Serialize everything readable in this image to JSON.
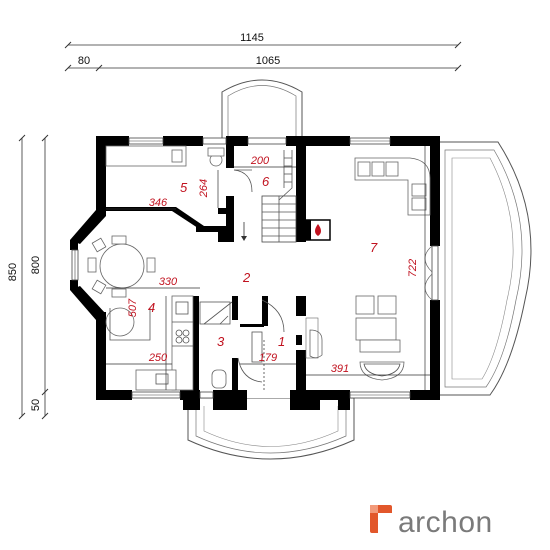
{
  "dimensions": {
    "overall_width": "1145",
    "left_offset": "80",
    "main_width": "1065",
    "overall_depth": "850",
    "main_depth": "800",
    "bottom_offset": "50"
  },
  "rooms": [
    {
      "number": "1"
    },
    {
      "number": "2"
    },
    {
      "number": "3"
    },
    {
      "number": "4"
    },
    {
      "number": "5"
    },
    {
      "number": "6"
    },
    {
      "number": "7"
    }
  ],
  "room_dimensions": {
    "d200": "200",
    "d264": "264",
    "d346": "346",
    "d330": "330",
    "d507": "507",
    "d250": "250",
    "d179": "179",
    "d391": "391",
    "d722": "722"
  },
  "brand": {
    "name": "archon",
    "accent_color": "#e2572b",
    "text_color": "#7a7a7a"
  }
}
